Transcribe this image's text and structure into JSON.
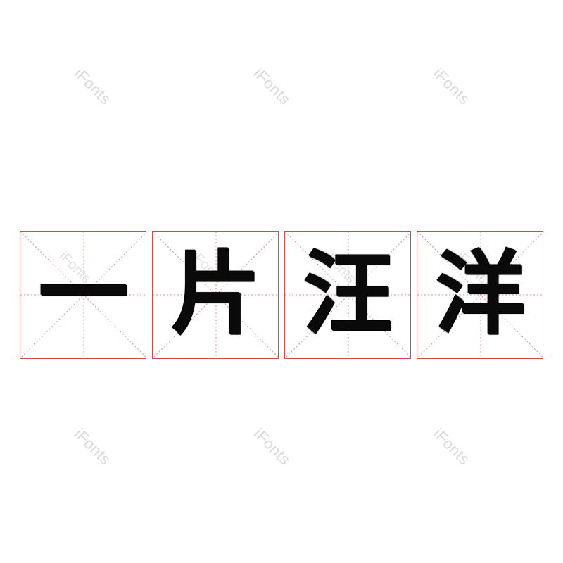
{
  "watermark": {
    "text": "iFonts"
  },
  "characters": [
    "一",
    "片",
    "汪",
    "洋"
  ],
  "colors": {
    "grid_border": "#cf4a4a",
    "grid_guides": "#e58a8a",
    "glyph": "#0a0a0a",
    "watermark": "#d9d9d9"
  }
}
